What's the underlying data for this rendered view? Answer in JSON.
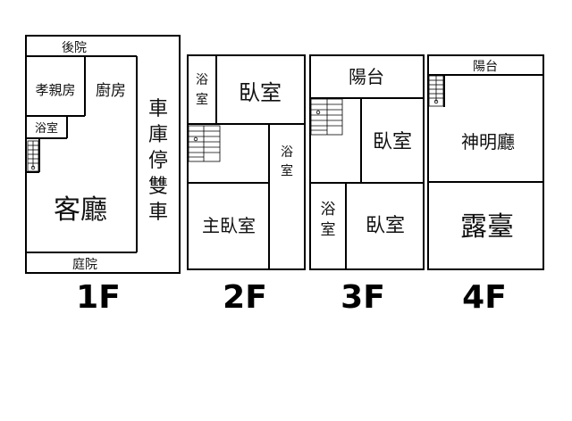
{
  "floor_plans": [
    {
      "floor_label": "1F",
      "rooms": {
        "backyard": "後院",
        "elder_room": "孝親房",
        "kitchen": "廚房",
        "bathroom": "浴室",
        "living_room": "客廳",
        "garage_1": "車",
        "garage_2": "庫",
        "garage_3": "停",
        "garage_4": "雙",
        "garage_5": "車",
        "front_yard": "庭院"
      }
    },
    {
      "floor_label": "2F",
      "rooms": {
        "bath_top_1": "浴",
        "bath_top_2": "室",
        "bedroom": "臥室",
        "bath_right_1": "浴",
        "bath_right_2": "室",
        "master_bedroom": "主臥室"
      }
    },
    {
      "floor_label": "3F",
      "rooms": {
        "balcony": "陽台",
        "bedroom_upper": "臥室",
        "bath_1": "浴",
        "bath_2": "室",
        "bedroom_lower": "臥室"
      }
    },
    {
      "floor_label": "4F",
      "rooms": {
        "balcony": "陽台",
        "shrine_hall": "神明廳",
        "terrace": "露臺"
      }
    }
  ]
}
